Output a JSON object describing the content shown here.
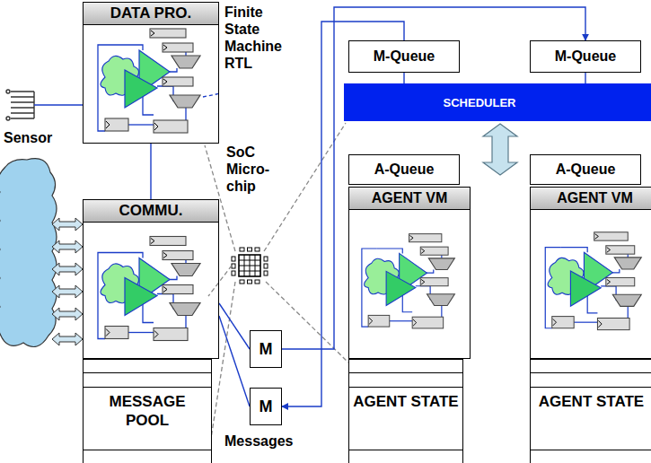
{
  "diagram": {
    "nodes": [
      {
        "text": [
          "DATA PRO."
        ]
      },
      {
        "text": [
          "COMMU."
        ]
      },
      {
        "text": [
          "MESSAGE POOL"
        ]
      },
      {
        "text": [
          "M"
        ]
      },
      {
        "text": [
          "M"
        ]
      },
      {
        "text": [
          "M-Queue"
        ]
      },
      {
        "text": [
          "M-Queue"
        ]
      },
      {
        "text": [
          "SCHEDULER"
        ]
      },
      {
        "text": [
          "A-Queue"
        ]
      },
      {
        "text": [
          "A-Queue"
        ]
      },
      {
        "text": [
          "AGENT VM"
        ]
      },
      {
        "text": [
          "AGENT VM"
        ]
      },
      {
        "text": [
          "AGENT STATE"
        ]
      },
      {
        "text": [
          "AGENT STATE"
        ]
      }
    ],
    "edges": [
      {
        "from": 0,
        "to": 1,
        "arrow": "none"
      },
      {
        "from": 1,
        "to": 3,
        "arrow": "none"
      },
      {
        "from": 1,
        "to": 4,
        "arrow": "none"
      },
      {
        "from": 3,
        "to": 6,
        "arrow": "to"
      },
      {
        "from": 5,
        "to": 4,
        "arrow": "to"
      },
      {
        "from": 5,
        "to": 7,
        "arrow": "none"
      },
      {
        "from": 6,
        "to": 7,
        "arrow": "none"
      },
      {
        "from": 7,
        "to": 8,
        "arrow": "both"
      }
    ],
    "labels": [
      "Finite State Machine RTL",
      "SoC Micro-chip",
      "Sensor",
      "Messages"
    ]
  }
}
